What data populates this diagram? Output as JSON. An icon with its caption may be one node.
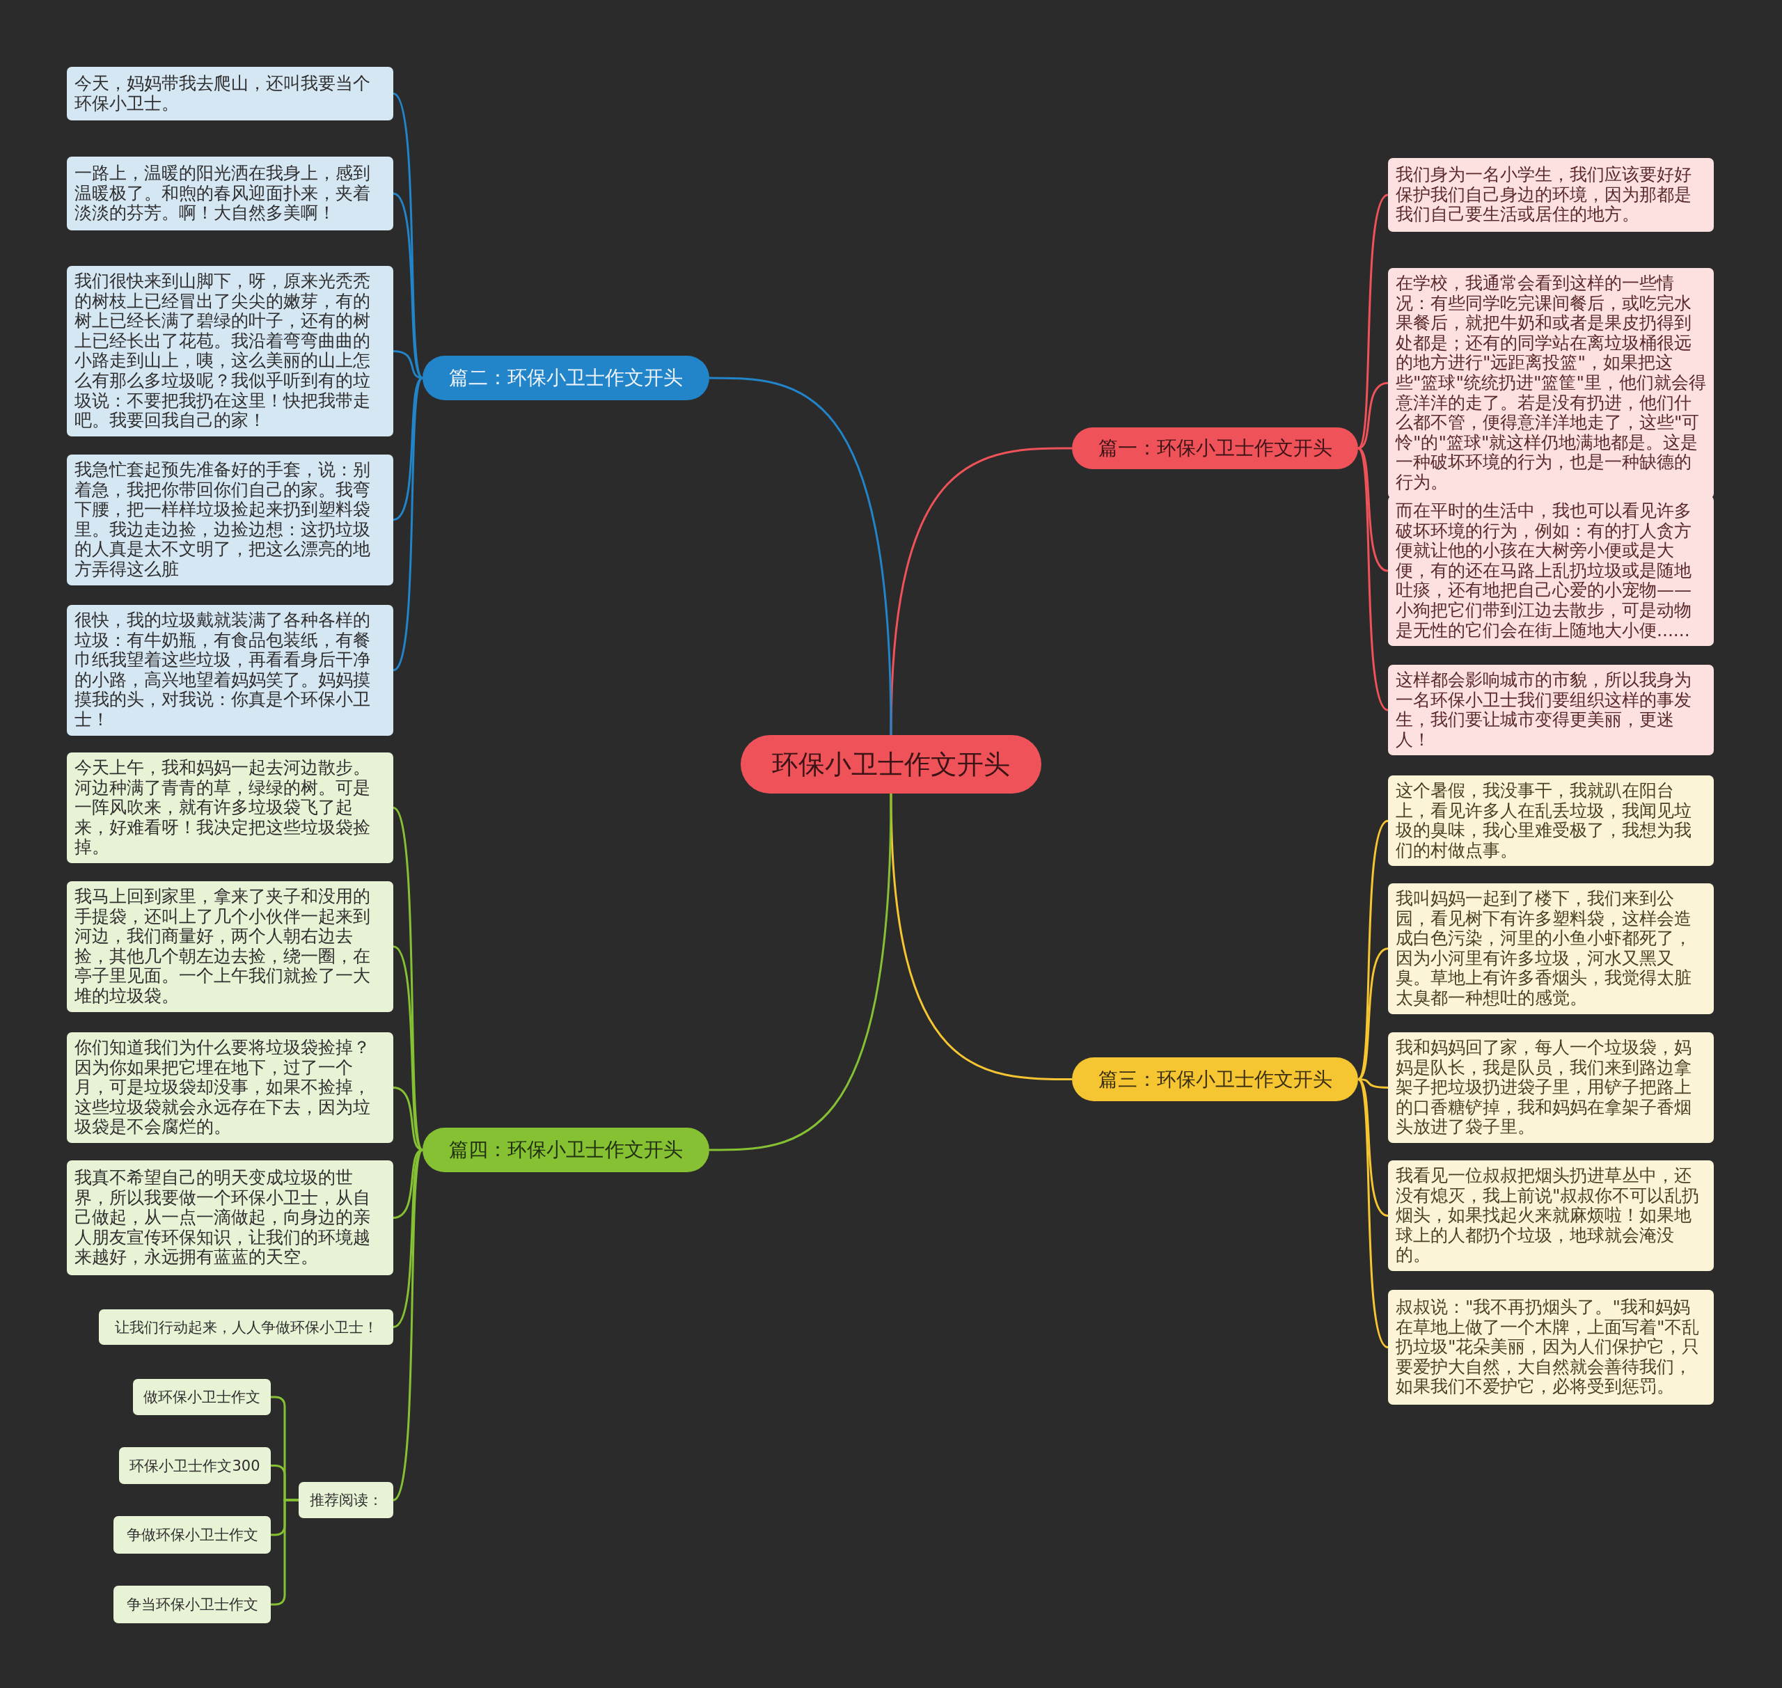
{
  "diagram": {
    "nodes": [
      {
        "text": [
          "环保小卫士作文开头"
        ]
      },
      {
        "text": [
          "篇一：环保小卫士作文开头"
        ]
      },
      {
        "text": [
          "我们身为一名小学生，我们应该要好好保护我们自己身边的环境，因为那都是我们自己要生活或居住的地方。"
        ]
      },
      {
        "text": [
          "在学校，我通常会看到这样的一些情况：有些同学吃完课间餐后，或吃完水果餐后，就把牛奶和或者是果皮扔得到处都是；还有的同学站在离垃圾桶很远的地方进行\"远距离投篮\"，如果把这些\"篮球\"统统扔进\"篮筐\"里，他们就会得意洋洋的走了。若是没有扔进，他们什么都不管，便得意洋洋地走了，这些\"可怜\"的\"篮球\"就这样仍地满地都是。这是一种破坏环境的行为，也是一种缺德的行为。"
        ]
      },
      {
        "text": [
          "而在平时的生活中，我也可以看见许多破坏环境的行为，例如：有的打人贪方便就让他的小孩在大树旁小便或是大便，有的还在马路上乱扔垃圾或是随地吐痰，还有地把自己心爱的小宠物——小狗把它们带到江边去散步，可是动物是无性的它们会在街上随地大小便......"
        ]
      },
      {
        "text": [
          "这样都会影响城市的市貌，所以我身为一名环保小卫士我们要组织这样的事发生，我们要让城市变得更美丽，更迷人！"
        ]
      },
      {
        "text": [
          "篇二：环保小卫士作文开头"
        ]
      },
      {
        "text": [
          "今天，妈妈带我去爬山，还叫我要当个环保小卫士。"
        ]
      },
      {
        "text": [
          "一路上，温暖的阳光洒在我身上，感到温暖极了。和煦的春风迎面扑来，夹着淡淡的芬芳。啊！大自然多美啊！"
        ]
      },
      {
        "text": [
          "我们很快来到山脚下，呀，原来光秃秃的树枝上已经冒出了尖尖的嫩芽，有的树上已经长满了碧绿的叶子，还有的树上已经长出了花苞。我沿着弯弯曲曲的小路走到山上，咦，这么美丽的山上怎么有那么多垃圾呢？我似乎听到有的垃圾说：不要把我扔在这里！快把我带走吧。我要回我自己的家！"
        ]
      },
      {
        "text": [
          "我急忙套起预先准备好的手套，说：别着急，我把你带回你们自己的家。我弯下腰，把一样样垃圾捡起来扔到塑料袋里。我边走边捡，边捡边想：这扔垃圾的人真是太不文明了，把这么漂亮的地方弄得这么脏"
        ]
      },
      {
        "text": [
          "很快，我的垃圾戴就装满了各种各样的垃圾：有牛奶瓶，有食品包装纸，有餐巾纸我望着这些垃圾，再看看身后干净的小路，高兴地望着妈妈笑了。妈妈摸摸我的头，对我说：你真是个环保小卫士！"
        ]
      },
      {
        "text": [
          "篇三：环保小卫士作文开头"
        ]
      },
      {
        "text": [
          "这个暑假，我没事干，我就趴在阳台上，看见许多人在乱丢垃圾，我闻见垃圾的臭味，我心里难受极了，我想为我们的村做点事。"
        ]
      },
      {
        "text": [
          "我叫妈妈一起到了楼下，我们来到公园，看见树下有许多塑料袋，这样会造成白色污染，河里的小鱼小虾都死了，因为小河里有许多垃圾，河水又黑又臭。草地上有许多香烟头，我觉得太脏太臭都一种想吐的感觉。"
        ]
      },
      {
        "text": [
          "我和妈妈回了家，每人一个垃圾袋，妈妈是队长，我是队员，我们来到路边拿架子把垃圾扔进袋子里，用铲子把路上的口香糖铲掉，我和妈妈在拿架子香烟头放进了袋子里。"
        ]
      },
      {
        "text": [
          "我看见一位叔叔把烟头扔进草丛中，还没有熄灭，我上前说\"叔叔你不可以乱扔烟头，如果找起火来就麻烦啦！如果地球上的人都扔个垃圾，地球就会淹没的。"
        ]
      },
      {
        "text": [
          "叔叔说：\"我不再扔烟头了。\"我和妈妈在草地上做了一个木牌，上面写着\"不乱扔垃圾\"花朵美丽，因为人们保护它，只要爱护大自然，大自然就会善待我们，如果我们不爱护它，必将受到惩罚。"
        ]
      },
      {
        "text": [
          "篇四：环保小卫士作文开头"
        ]
      },
      {
        "text": [
          "今天上午，我和妈妈一起去河边散步。河边种满了青青的草，绿绿的树。可是一阵风吹来，就有许多垃圾袋飞了起来，好难看呀！我决定把这些垃圾袋捡掉。"
        ]
      },
      {
        "text": [
          "我马上回到家里，拿来了夹子和没用的手提袋，还叫上了几个小伙伴一起来到河边，我们商量好，两个人朝右边去捡，其他几个朝左边去捡，绕一圈，在亭子里见面。一个上午我们就捡了一大堆的垃圾袋。"
        ]
      },
      {
        "text": [
          "你们知道我们为什么要将垃圾袋捡掉？因为你如果把它埋在地下，过了一个月，可是垃圾袋却没事，如果不捡掉，这些垃圾袋就会永远存在下去，因为垃圾袋是不会腐烂的。"
        ]
      },
      {
        "text": [
          "我真不希望自己的明天变成垃圾的世界，所以我要做一个环保小卫士，从自己做起，从一点一滴做起，向身边的亲人朋友宣传环保知识，让我们的环境越来越好，永远拥有蓝蓝的天空。"
        ]
      },
      {
        "text": [
          "让我们行动起来，人人争做环保小卫士！"
        ]
      },
      {
        "text": [
          "推荐阅读："
        ]
      },
      {
        "text": [
          "做环保小卫士作文"
        ]
      },
      {
        "text": [
          "环保小卫士作文300"
        ]
      },
      {
        "text": [
          "争做环保小卫士作文"
        ]
      },
      {
        "text": [
          "争当环保小卫士作文"
        ]
      }
    ],
    "edges": [
      {
        "from": 0,
        "to": 1,
        "arrow": "none",
        "color": "#f0525a"
      },
      {
        "from": 1,
        "to": 2,
        "arrow": "none",
        "color": "#f0525a"
      },
      {
        "from": 1,
        "to": 3,
        "arrow": "none",
        "color": "#f0525a"
      },
      {
        "from": 1,
        "to": 4,
        "arrow": "none",
        "color": "#f0525a"
      },
      {
        "from": 1,
        "to": 5,
        "arrow": "none",
        "color": "#f0525a"
      },
      {
        "from": 0,
        "to": 6,
        "arrow": "none",
        "color": "#2284c9"
      },
      {
        "from": 6,
        "to": 7,
        "arrow": "none",
        "color": "#2284c9"
      },
      {
        "from": 6,
        "to": 8,
        "arrow": "none",
        "color": "#2284c9"
      },
      {
        "from": 6,
        "to": 9,
        "arrow": "none",
        "color": "#2284c9"
      },
      {
        "from": 6,
        "to": 10,
        "arrow": "none",
        "color": "#2284c9"
      },
      {
        "from": 6,
        "to": 11,
        "arrow": "none",
        "color": "#2284c9"
      },
      {
        "from": 0,
        "to": 12,
        "arrow": "none",
        "color": "#f6c532"
      },
      {
        "from": 12,
        "to": 13,
        "arrow": "none",
        "color": "#f6c532"
      },
      {
        "from": 12,
        "to": 14,
        "arrow": "none",
        "color": "#f6c532"
      },
      {
        "from": 12,
        "to": 15,
        "arrow": "none",
        "color": "#f6c532"
      },
      {
        "from": 12,
        "to": 16,
        "arrow": "none",
        "color": "#f6c532"
      },
      {
        "from": 12,
        "to": 17,
        "arrow": "none",
        "color": "#f6c532"
      },
      {
        "from": 0,
        "to": 18,
        "arrow": "none",
        "color": "#86c133"
      },
      {
        "from": 18,
        "to": 19,
        "arrow": "none",
        "color": "#86c133"
      },
      {
        "from": 18,
        "to": 20,
        "arrow": "none",
        "color": "#86c133"
      },
      {
        "from": 18,
        "to": 21,
        "arrow": "none",
        "color": "#86c133"
      },
      {
        "from": 18,
        "to": 22,
        "arrow": "none",
        "color": "#86c133"
      },
      {
        "from": 18,
        "to": 23,
        "arrow": "none",
        "color": "#86c133"
      },
      {
        "from": 18,
        "to": 24,
        "arrow": "none",
        "color": "#86c133"
      },
      {
        "from": 24,
        "to": 25,
        "arrow": "none",
        "color": "#86c133"
      },
      {
        "from": 24,
        "to": 26,
        "arrow": "none",
        "color": "#86c133"
      },
      {
        "from": 24,
        "to": 27,
        "arrow": "none",
        "color": "#86c133"
      },
      {
        "from": 24,
        "to": 28,
        "arrow": "none",
        "color": "#86c133"
      }
    ]
  }
}
